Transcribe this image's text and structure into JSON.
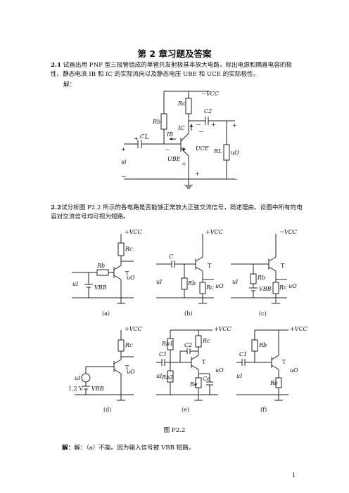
{
  "title": "第 2 章习题及答案",
  "q1": {
    "number": "2.1",
    "text": " 试画出用 PNP 型三极管组成的单管共发射极基本放大电路，标出电源和隔直电容的极性、静态电流 IB 和 IC 的实际流向以及静态电压 UBE 和 UCE 的实际极性。",
    "solution_label": "解："
  },
  "circuit1": {
    "vcc": "－VCC",
    "rc": "Rc",
    "rb": "Rb",
    "c1": "C1",
    "c2": "C2",
    "ib": "IB",
    "ic": "IC",
    "uce": "UCE",
    "ube": "UBE",
    "rl": "RL",
    "ui": "ui",
    "uo": "uO",
    "plus": "+",
    "minus": "－"
  },
  "q2": {
    "number": "2.2",
    "text": "试分析图 P2.2 所示的各电路是否能够正常放大正弦交流信号，简述理由。设图中所有的电容对交流信号均可视为短路。"
  },
  "subfigs": {
    "a": "(a)",
    "b": "(b)",
    "c": "(c)",
    "d": "(d)",
    "e": "(e)",
    "f": "(f)"
  },
  "labels": {
    "vcc_pos": "+VCC",
    "vcc_neg": "－VCC",
    "rc": "Rc",
    "rb": "Rb",
    "rb1": "Rb1",
    "rb2": "Rb2",
    "re": "Re",
    "ce": "Ce",
    "c": "C",
    "c1": "C1",
    "c2": "C2",
    "t": "T",
    "ui": "uI",
    "uo": "uO",
    "vbb": "VBB",
    "v12": "1.2 V"
  },
  "figure_caption": "图 P2.2",
  "answer": {
    "label": "解：",
    "text": "解：（a）不能。因为输入信号被 VBB 短路。"
  },
  "page_number": "1"
}
